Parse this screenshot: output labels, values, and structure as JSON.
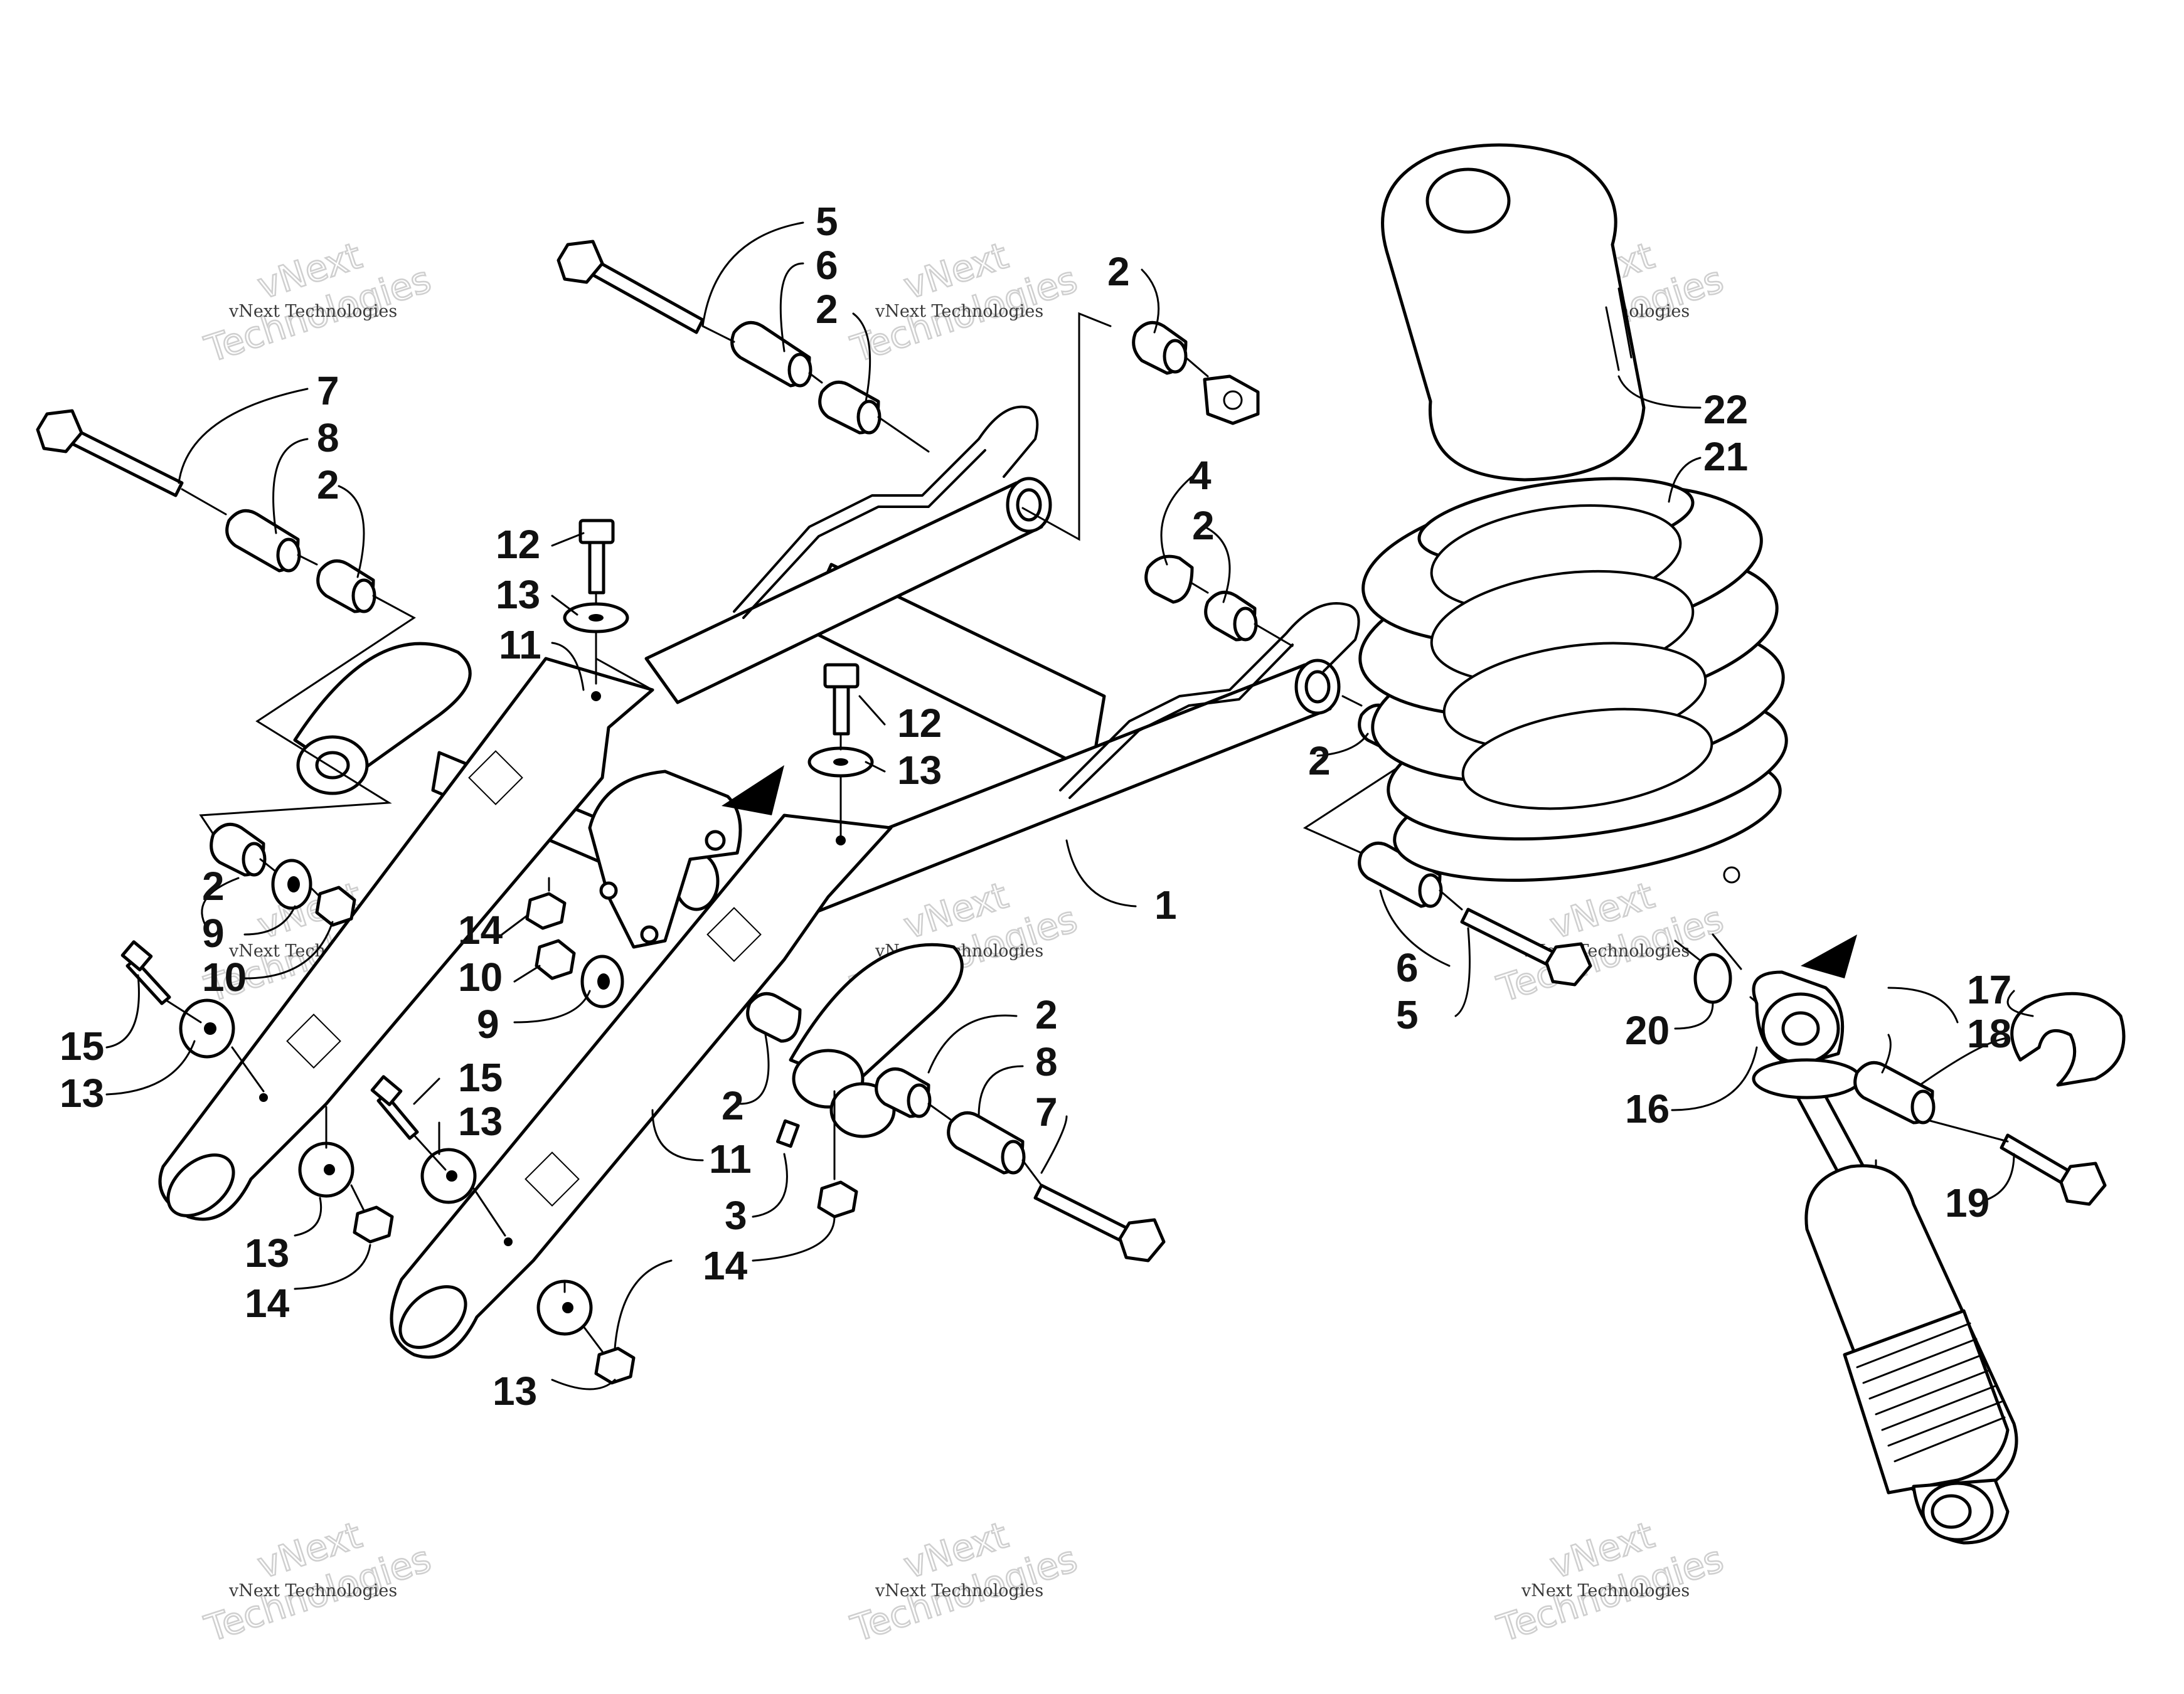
{
  "watermark": {
    "line1": "vNext Technologies",
    "line2": "vNext",
    "line3": "Technologies"
  },
  "callouts": [
    {
      "id": "c5a",
      "text": "5"
    },
    {
      "id": "c6a",
      "text": "6"
    },
    {
      "id": "c2a",
      "text": "2"
    },
    {
      "id": "c2b",
      "text": "2"
    },
    {
      "id": "c7a",
      "text": "7"
    },
    {
      "id": "c8a",
      "text": "8"
    },
    {
      "id": "c2c",
      "text": "2"
    },
    {
      "id": "c4",
      "text": "4"
    },
    {
      "id": "c2d",
      "text": "2"
    },
    {
      "id": "c12a",
      "text": "12"
    },
    {
      "id": "c13a",
      "text": "13"
    },
    {
      "id": "c11a",
      "text": "11"
    },
    {
      "id": "c12b",
      "text": "12"
    },
    {
      "id": "c13b",
      "text": "13"
    },
    {
      "id": "c2e",
      "text": "2"
    },
    {
      "id": "c1",
      "text": "1"
    },
    {
      "id": "c2f",
      "text": "2"
    },
    {
      "id": "c9a",
      "text": "9"
    },
    {
      "id": "c10a",
      "text": "10"
    },
    {
      "id": "c14a",
      "text": "14"
    },
    {
      "id": "c10b",
      "text": "10"
    },
    {
      "id": "c9b",
      "text": "9"
    },
    {
      "id": "c15a",
      "text": "15"
    },
    {
      "id": "c13c",
      "text": "13"
    },
    {
      "id": "c15b",
      "text": "15"
    },
    {
      "id": "c13d",
      "text": "13"
    },
    {
      "id": "c2g",
      "text": "2"
    },
    {
      "id": "c8b",
      "text": "8"
    },
    {
      "id": "c7b",
      "text": "7"
    },
    {
      "id": "c2h",
      "text": "2"
    },
    {
      "id": "c11b",
      "text": "11"
    },
    {
      "id": "c3",
      "text": "3"
    },
    {
      "id": "c14b",
      "text": "14"
    },
    {
      "id": "c13e",
      "text": "13"
    },
    {
      "id": "c14c",
      "text": "14"
    },
    {
      "id": "c13f",
      "text": "13"
    },
    {
      "id": "c6b",
      "text": "6"
    },
    {
      "id": "c5b",
      "text": "5"
    },
    {
      "id": "c22",
      "text": "22"
    },
    {
      "id": "c21",
      "text": "21"
    },
    {
      "id": "c20",
      "text": "20"
    },
    {
      "id": "c16",
      "text": "16"
    },
    {
      "id": "c17",
      "text": "17"
    },
    {
      "id": "c18",
      "text": "18"
    },
    {
      "id": "c19",
      "text": "19"
    }
  ]
}
